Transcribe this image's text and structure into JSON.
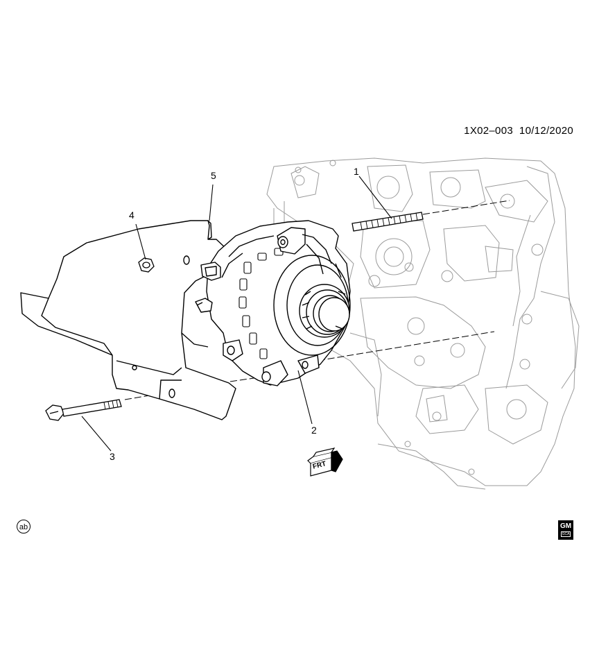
{
  "header": {
    "ref_code": "1X02–003",
    "date": "10/12/2020"
  },
  "callouts": {
    "c1": "1",
    "c2": "2",
    "c3": "3",
    "c4": "4",
    "c5": "5"
  },
  "direction_marker": {
    "label": "FRT"
  },
  "footer": {
    "badge": "ab",
    "logo_top": "GM",
    "logo_bottom": "GCA"
  },
  "colors": {
    "line": "#000000",
    "faded": "#9a9a9a",
    "background": "#ffffff"
  }
}
